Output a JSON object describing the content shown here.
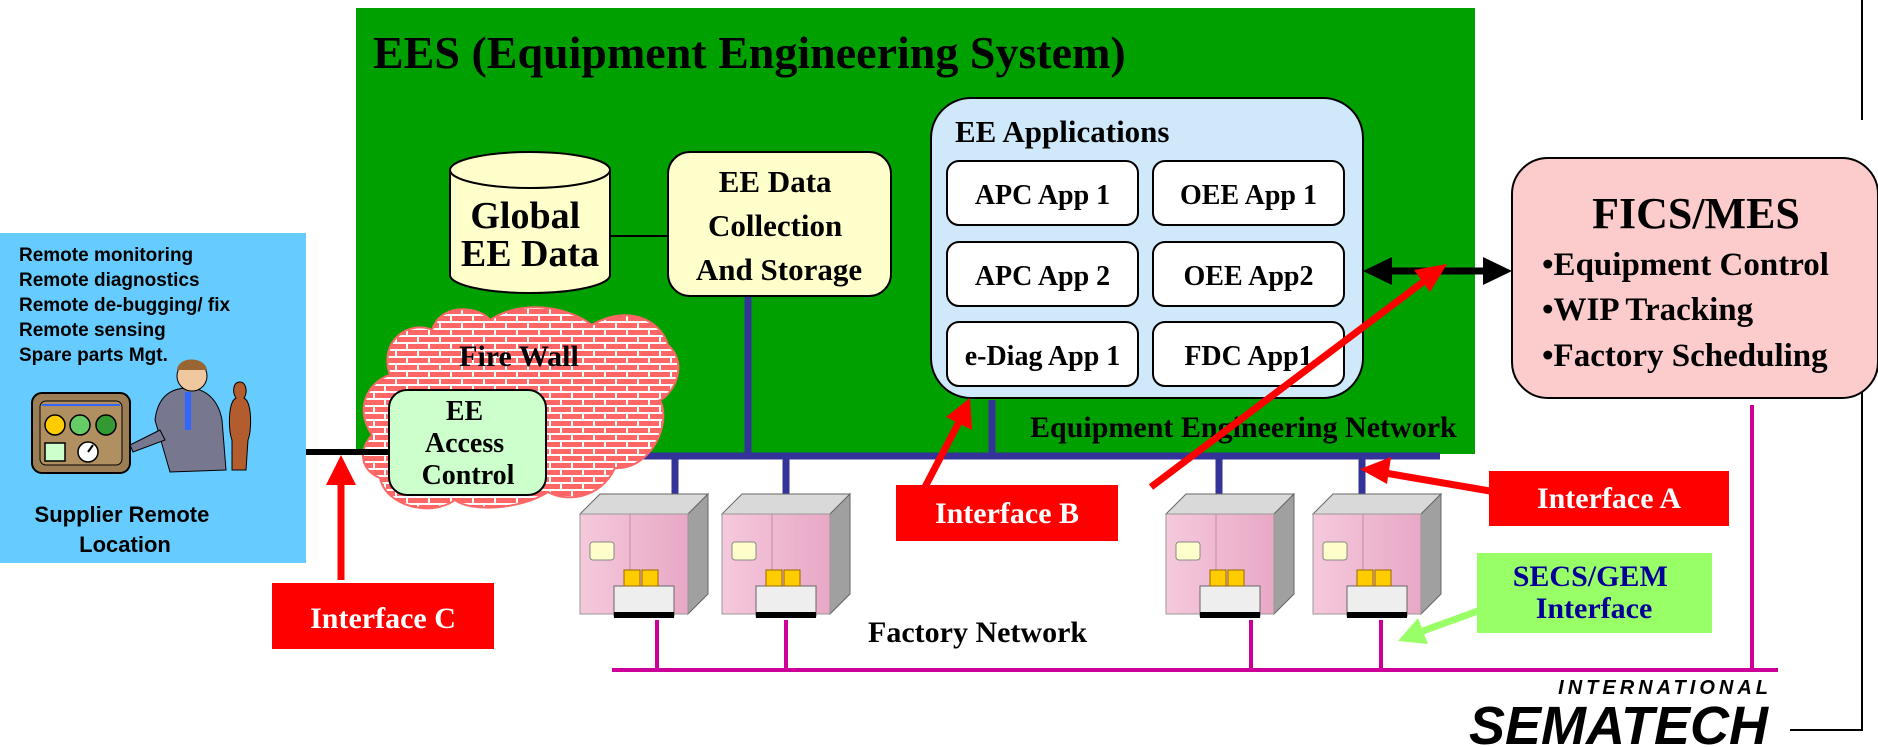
{
  "ees": {
    "title": "EES (Equipment Engineering System)",
    "global_data": [
      "Global",
      "EE Data"
    ],
    "collection": [
      "EE Data",
      "Collection",
      "And Storage"
    ],
    "applications": {
      "title": "EE Applications",
      "apps": [
        "APC App 1",
        "OEE App 1",
        "APC App 2",
        "OEE App2",
        "e-Diag App 1",
        "FDC App1"
      ]
    },
    "network_label": "Equipment Engineering Network"
  },
  "firewall": {
    "label": "Fire Wall",
    "access_control": [
      "EE",
      "Access",
      "Control"
    ]
  },
  "supplier": {
    "services": [
      "Remote monitoring",
      "Remote diagnostics",
      "Remote de-bugging/ fix",
      "Remote sensing",
      "Spare parts Mgt."
    ],
    "location": [
      "Supplier Remote",
      "Location"
    ]
  },
  "fics": {
    "title": "FICS/MES",
    "items": [
      "•Equipment Control",
      "•WIP Tracking",
      "•Factory Scheduling"
    ]
  },
  "interfaces": {
    "a": "Interface A",
    "b": "Interface B",
    "c": "Interface C",
    "secs": [
      "SECS/GEM",
      "Interface"
    ]
  },
  "factory_network_label": "Factory Network",
  "logo": {
    "top": "INTERNATIONAL",
    "main": "SEMATECH"
  },
  "colors": {
    "ees_green": "#00a000",
    "ee_apps_blue": "#cfe9fb",
    "supplier_blue": "#66ccff",
    "fics_pink": "#fccccc",
    "interface_red": "#ff0000",
    "secs_green": "#99ff66",
    "network_navy": "#333399",
    "factory_magenta": "#cc0099",
    "db_yellow": "#ffffcc",
    "brick": "#ff6666"
  }
}
